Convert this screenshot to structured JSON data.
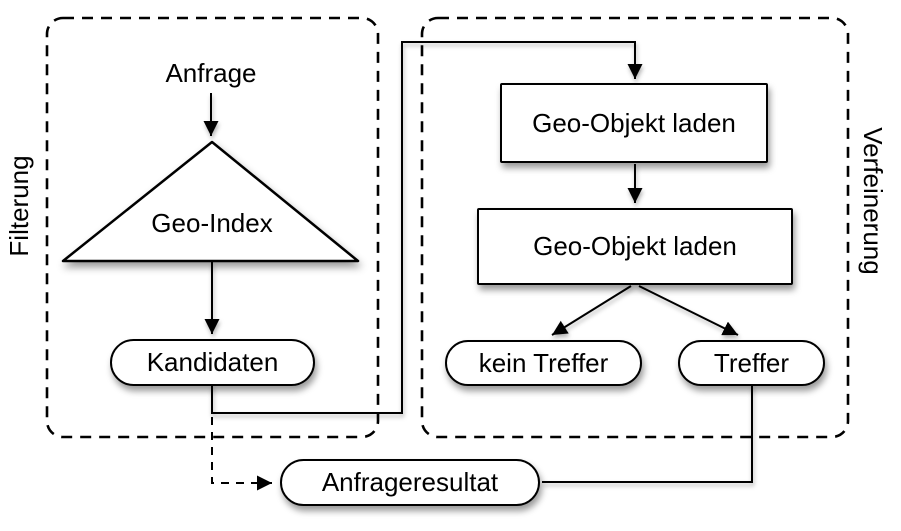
{
  "groups": {
    "filterung": {
      "label": "Filterung"
    },
    "verfeinerung": {
      "label": "Verfeinerung"
    }
  },
  "nodes": {
    "anfrage": {
      "label": "Anfrage",
      "shape": "text"
    },
    "geo_index": {
      "label": "Geo-Index",
      "shape": "triangle"
    },
    "kandidaten": {
      "label": "Kandidaten",
      "shape": "stadium"
    },
    "geo_objekt_laden_1": {
      "label": "Geo-Objekt laden",
      "shape": "rect"
    },
    "geo_objekt_laden_2": {
      "label": "Geo-Objekt laden",
      "shape": "rect"
    },
    "kein_treffer": {
      "label": "kein Treffer",
      "shape": "stadium"
    },
    "treffer": {
      "label": "Treffer",
      "shape": "stadium"
    },
    "anfrageresultat": {
      "label": "Anfrageresultat",
      "shape": "stadium"
    }
  },
  "colors": {
    "stroke": "#000000",
    "fill": "#ffffff",
    "background": "#ffffff",
    "shadow": "rgba(0,0,0,0.40)"
  }
}
